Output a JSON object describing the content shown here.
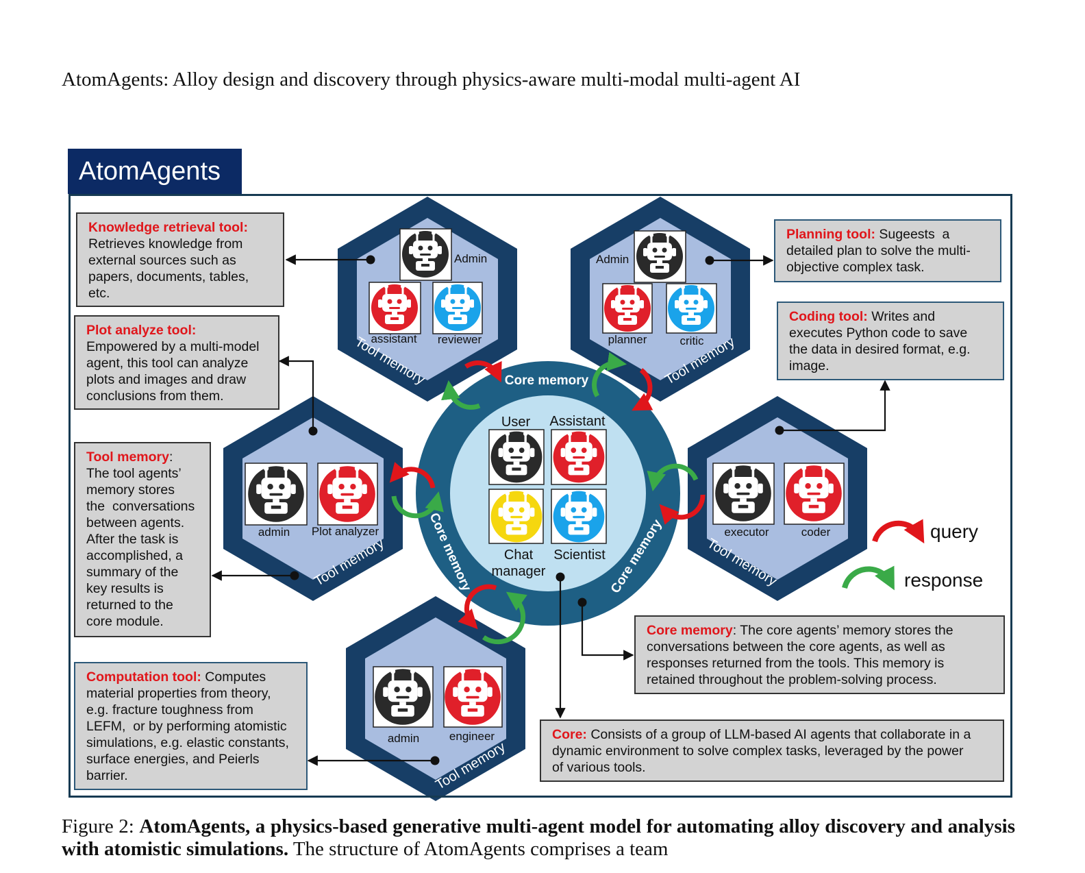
{
  "page": {
    "running_head": "AtomAgents: Alloy design and discovery through physics-aware multi-modal multi-agent AI"
  },
  "figure": {
    "banner": "AtomAgents",
    "core_ring_label": "Core memory",
    "tool_memory_label": "Tool memory",
    "core_agents": {
      "user": "User",
      "assistant": "Assistant",
      "chat_manager_line1": "Chat",
      "chat_manager_line2": "manager",
      "scientist": "Scientist"
    },
    "groups": {
      "knowledge": {
        "admin": "Admin",
        "assistant": "assistant",
        "reviewer": "reviewer"
      },
      "planning": {
        "admin": "Admin",
        "planner": "planner",
        "critic": "critic"
      },
      "plot": {
        "admin": "admin",
        "analyzer": "Plot analyzer"
      },
      "coding": {
        "executor": "executor",
        "coder": "coder"
      },
      "computation": {
        "admin": "admin",
        "engineer": "engineer"
      }
    },
    "boxes": {
      "knowledge": {
        "head": "Knowledge retrieval tool:",
        "lines": [
          "Retrieves knowledge from",
          "external sources such as",
          "papers, documents, tables,",
          "etc."
        ]
      },
      "plot": {
        "head": "Plot analyze tool:",
        "lines": [
          "Empowered by a multi-model",
          "agent, this tool can analyze",
          "plots and images and draw",
          "conclusions from them."
        ]
      },
      "tool_memory": {
        "head": "Tool memory",
        "colon": ":",
        "lines": [
          "The tool agents’",
          "memory stores",
          "the  conversations",
          "between agents.",
          "After the task is",
          "accomplished, a",
          "summary of the",
          "key results is",
          "returned to the",
          "core module."
        ]
      },
      "computation": {
        "head": "Computation tool",
        "colon": ":",
        "first": " Computes",
        "lines": [
          "material properties from theory,",
          "e.g. fracture toughness from",
          "LEFM,  or by performing atomistic",
          "simulations, e.g. elastic constants,",
          "surface energies, and Peierls",
          "barrier."
        ]
      },
      "planning": {
        "head": "Planning tool:",
        "first": " Sugeests  a",
        "lines": [
          "detailed plan to solve the multi-",
          "objective complex task."
        ]
      },
      "coding": {
        "head": "Coding tool:",
        "first": " Writes and",
        "lines": [
          "executes Python code to save",
          "the data in desired format, e.g.",
          "image."
        ]
      },
      "core_memory": {
        "head": "Core memory",
        "first": ": The core agents’ memory stores the",
        "lines": [
          "conversations between the core agents, as well as",
          "responses returned from the tools. This memory is",
          "retained throughout the problem-solving process."
        ]
      },
      "core": {
        "head": "Core:",
        "first": " Consists of a group of LLM-based AI agents that collaborate in a",
        "lines": [
          "dynamic environment to solve complex tasks, leveraged by the power",
          "of various tools."
        ]
      }
    },
    "legend": {
      "query": "query",
      "response": "response",
      "query_color": "#e0161b",
      "response_color": "#3aaa48"
    },
    "colors": {
      "banner": "#0c2a64",
      "hex_outer": "#173e66",
      "hex_inner": "#a9bde0",
      "core_ring": "#1e5f84",
      "core_inner": "#bfe0f1",
      "red_head": "#e0161b"
    }
  },
  "caption": {
    "label": "Figure 2:",
    "bold": "AtomAgents, a physics-based generative multi-agent model for automating alloy discovery and analysis with atomistic simulations.",
    "text": "The structure of AtomAgents comprises a team"
  }
}
